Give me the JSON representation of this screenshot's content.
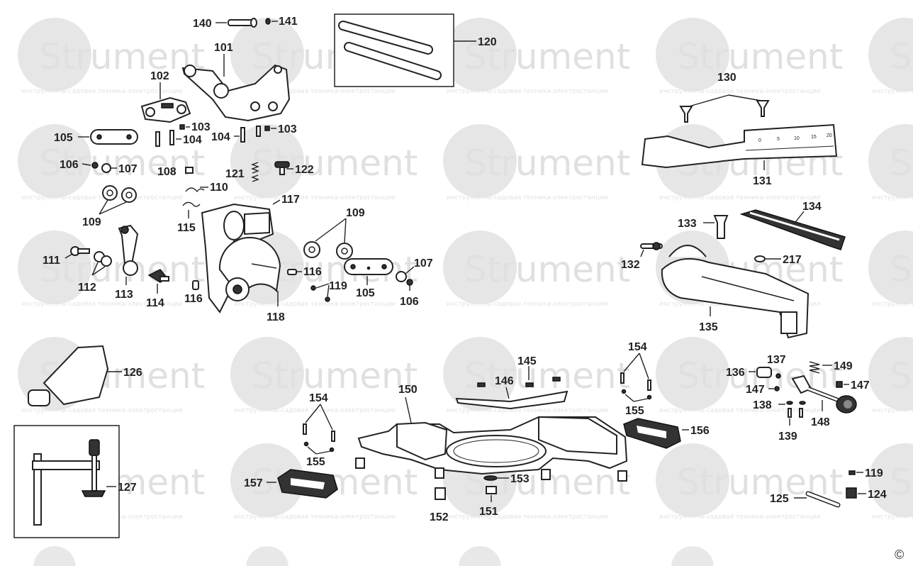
{
  "watermark": {
    "brand": "Strument",
    "tagline": "инструменты-садовая техника-электростанции"
  },
  "copyright": "©",
  "labels": {
    "l101": "101",
    "l102": "102",
    "l103a": "103",
    "l103b": "103",
    "l104a": "104",
    "l104b": "104",
    "l105a": "105",
    "l105b": "105",
    "l106a": "106",
    "l106b": "106",
    "l107a": "107",
    "l107b": "107",
    "l108": "108",
    "l109a": "109",
    "l109b": "109",
    "l110": "110",
    "l111": "111",
    "l112": "112",
    "l113": "113",
    "l114": "114",
    "l115": "115",
    "l116a": "116",
    "l116b": "116",
    "l117": "117",
    "l118": "118",
    "l119a": "119",
    "l119b": "119",
    "l120": "120",
    "l121": "121",
    "l122": "122",
    "l124": "124",
    "l125": "125",
    "l126": "126",
    "l127": "127",
    "l130": "130",
    "l131": "131",
    "l132": "132",
    "l133": "133",
    "l134": "134",
    "l135": "135",
    "l136": "136",
    "l137": "137",
    "l138": "138",
    "l139": "139",
    "l140": "140",
    "l141": "141",
    "l145": "145",
    "l146": "146",
    "l147a": "147",
    "l147b": "147",
    "l148": "148",
    "l149": "149",
    "l150": "150",
    "l151": "151",
    "l152": "152",
    "l153": "153",
    "l154a": "154",
    "l154b": "154",
    "l155a": "155",
    "l155b": "155",
    "l156": "156",
    "l157": "157",
    "l217": "217"
  },
  "fence_scale": {
    "t0": "0",
    "t1": "5",
    "t2": "10",
    "t3": "15",
    "t4": "20"
  }
}
